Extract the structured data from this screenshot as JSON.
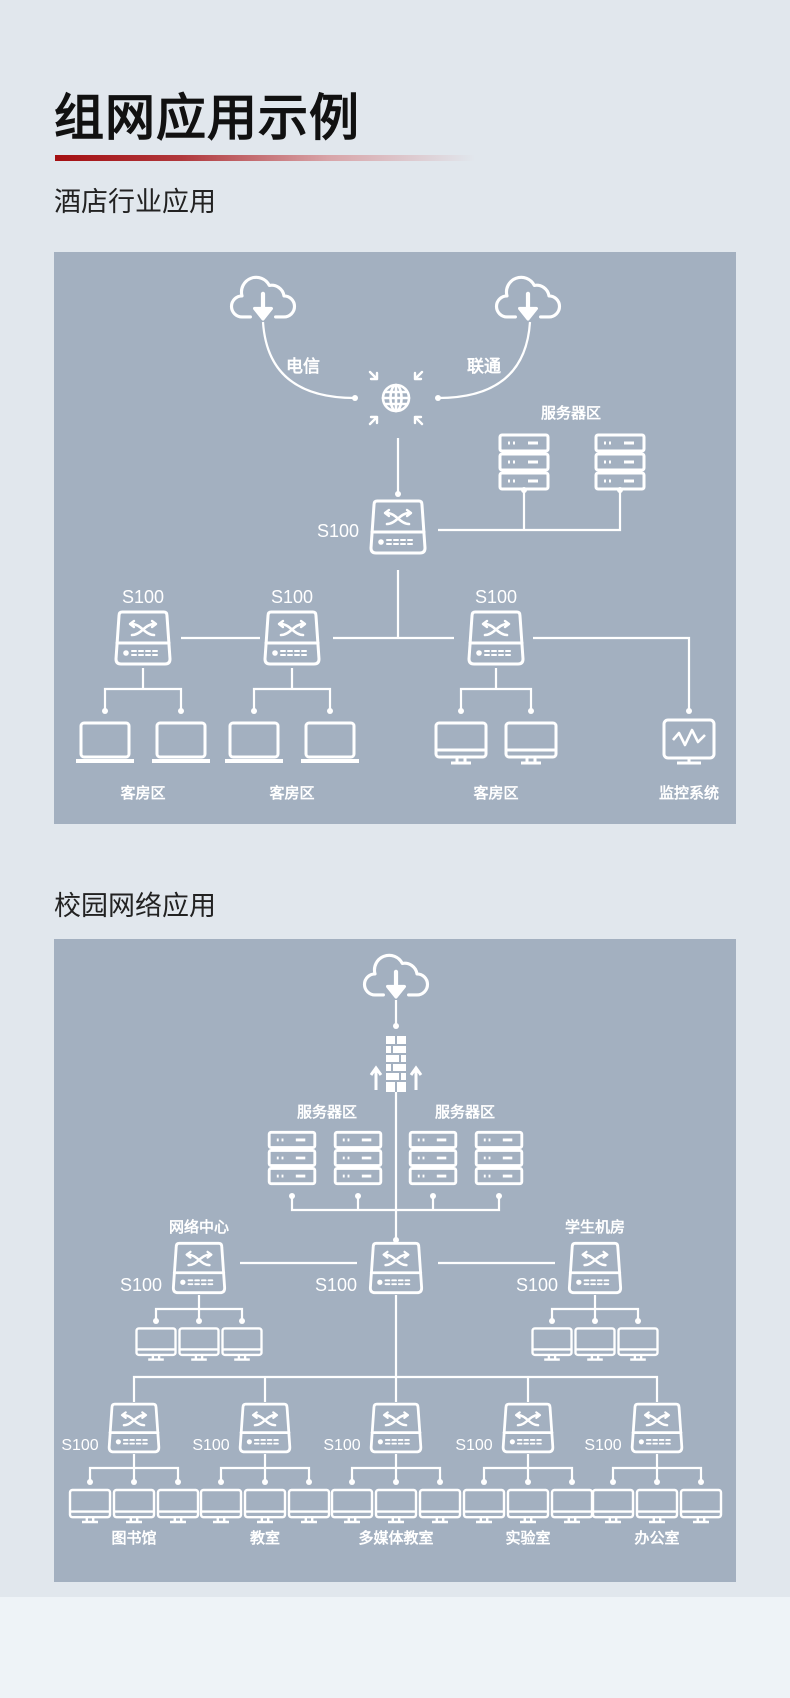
{
  "header": {
    "title": "组网应用示例"
  },
  "colors": {
    "accent": "#a40f12",
    "panel": "#a3b0c0",
    "page": "#e1e7ed",
    "line": "#ffffff"
  },
  "sections": [
    {
      "title": "酒店行业应用",
      "diagram": {
        "isp_left": "电信",
        "isp_right": "联通",
        "server_zone": "服务器区",
        "core_switch": "S100",
        "access_switches": [
          "S100",
          "S100",
          "S100"
        ],
        "zones": [
          "客房区",
          "客房区",
          "客房区",
          "监控系统"
        ]
      }
    },
    {
      "title": "校园网络应用",
      "diagram": {
        "server_zones": [
          "服务器区",
          "服务器区"
        ],
        "core_switch": "S100",
        "network_center": {
          "label": "网络中心",
          "switch": "S100"
        },
        "student_lab": {
          "label": "学生机房",
          "switch": "S100"
        },
        "access_switches": [
          "S100",
          "S100",
          "S100",
          "S100",
          "S100"
        ],
        "zones": [
          "图书馆",
          "教室",
          "多媒体教室",
          "实验室",
          "办公室"
        ]
      }
    }
  ]
}
